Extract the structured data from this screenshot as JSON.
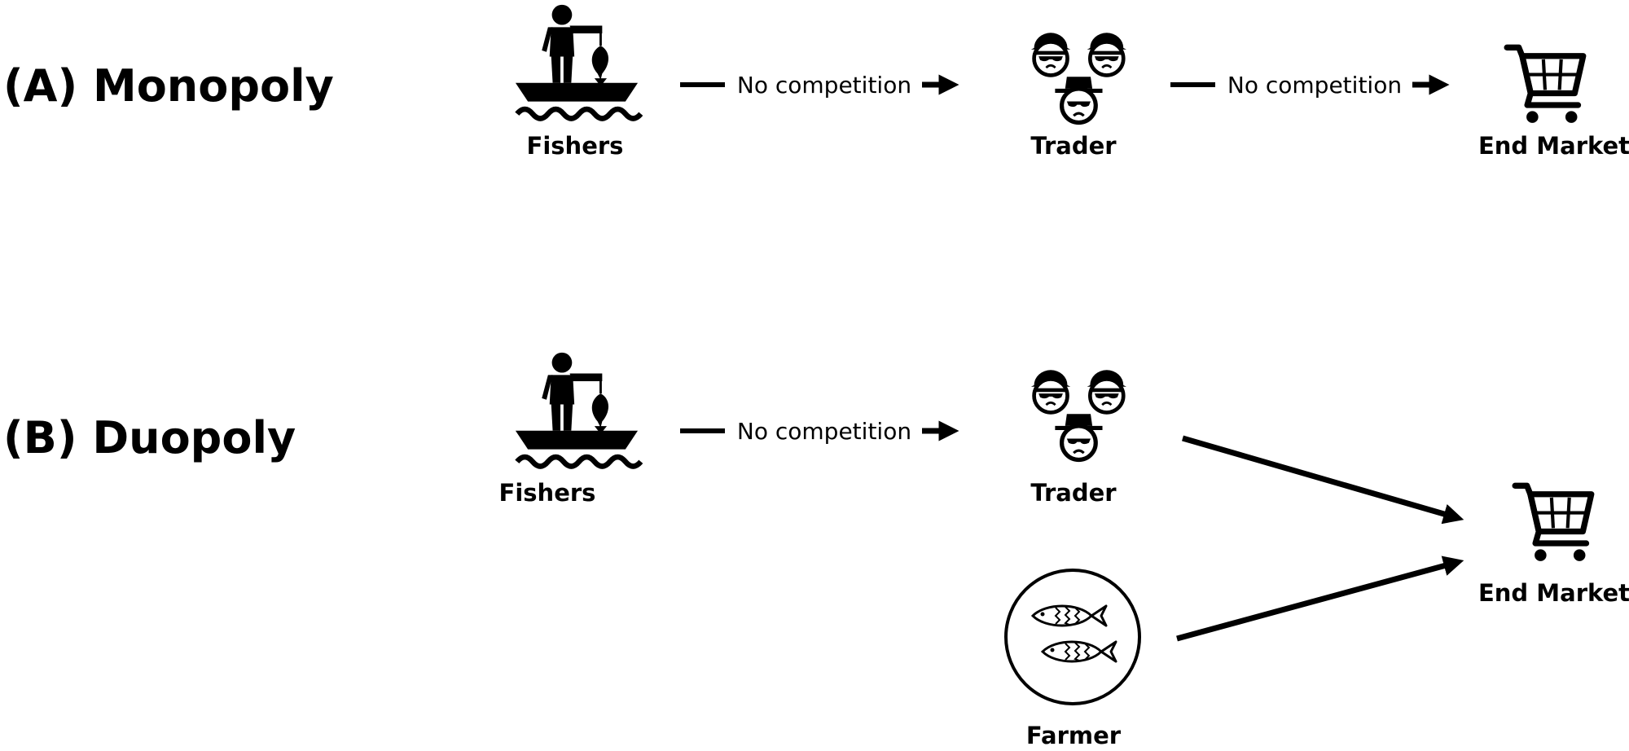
{
  "panels": [
    {
      "title": "(A) Monopoly",
      "nodes": {
        "fishers": "Fishers",
        "trader": "Trader",
        "end_market": "End Market"
      },
      "edges": {
        "fishers_to_trader": "No competition",
        "trader_to_market": "No competition"
      }
    },
    {
      "title": "(B) Duopoly",
      "nodes": {
        "fishers": "Fishers",
        "trader": "Trader",
        "farmer": "Farmer",
        "end_market": "End Market"
      },
      "edges": {
        "fishers_to_trader": "No competition"
      }
    }
  ],
  "icons": {
    "fisher": "fisher-boat-icon",
    "traders": "traders-group-icon",
    "cart": "shopping-cart-icon",
    "farm_fish": "fish-farm-icon"
  },
  "colors": {
    "ink": "#000000",
    "background": "#ffffff"
  }
}
